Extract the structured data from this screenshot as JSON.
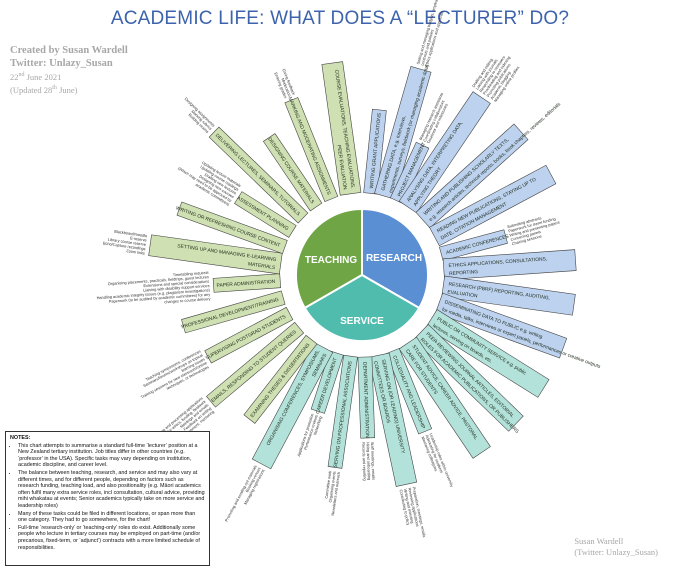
{
  "title": "ACADEMIC LIFE: WHAT DOES A “LECTURER” DO?",
  "credit": {
    "line1": "Created by Susan Wardell",
    "line2": "Twitter: Unlazy_Susan",
    "date_day": "22",
    "date_sup": "nd",
    "date_rest": " June 2021",
    "updated_pre": "(Updated 28",
    "updated_sup": "th",
    "updated_post": " June)"
  },
  "signature": {
    "line1": "Susan Wardell",
    "line2": "(Twitter: Unlazy_Susan)"
  },
  "colors": {
    "teaching": "#6fa544",
    "teaching_box": "#cfe0b2",
    "research": "#5b8fd4",
    "research_box": "#bcd2ef",
    "service": "#4fbcae",
    "service_box": "#b3e2da",
    "outline": "#444444",
    "detail_text": "#333333"
  },
  "center": {
    "teaching": "TEACHING",
    "research": "RESEARCH",
    "service": "SERVICE"
  },
  "spokes": [
    {
      "label": "WRITING GRANT APPLICATIONS",
      "cat": "research",
      "ang": -84,
      "details": []
    },
    {
      "label": "GATHERING DATA, e.g. interviews, experiments, surveys, fieldwork (or managing academic data)",
      "cat": "research",
      "ang": -74,
      "details": [
        "Setting and managing budgets, employee",
        "contracts and policies",
        "Ethics applications and approvals"
      ]
    },
    {
      "label": "PROJECT MANAGEMENT",
      "cat": "research",
      "ang": -65,
      "details": [
        "Managing research assistants",
        "Coordinating collaborators",
        "Timelines and milestones"
      ]
    },
    {
      "label": "ANALYSING DATA, INTERPRETING DATA, APPLYING THEORY",
      "cat": "research",
      "ang": -56,
      "details": [
        "Drafting and editing",
        "Liaising with journals",
        "Responding to reviewers",
        "Proofreading and indexing",
        "Promoting publications",
        "Academic blogging",
        "Managing online profiles"
      ]
    },
    {
      "label": "WRITING AND PUBLISHING SCHOLARLY TEXTS, e.g. research articles, technical reports, books, book chapters, reviews, editorials",
      "cat": "research",
      "ang": -42,
      "details": []
    },
    {
      "label": "READING NEW PUBLICATIONS, STAYING UP TO DATE, CITATION MANAGEMENT",
      "cat": "research",
      "ang": -28,
      "details": []
    },
    {
      "label": "ACADEMIC CONFERENCES",
      "cat": "research",
      "ang": -15,
      "details": [
        "Submitting abstracts",
        "Paperwork for travel funding",
        "Writing and presenting papers",
        "Convening panels",
        "Chairing sessions"
      ]
    },
    {
      "label": "ETHICS APPLICATIONS, CONSULTATIONS, REPORTING",
      "cat": "research",
      "ang": -4,
      "details": []
    },
    {
      "label": "RESEARCH (PBRF) REPORTING, AUDITING, EVALUATION",
      "cat": "research",
      "ang": 8,
      "details": []
    },
    {
      "label": "DISSEMINATING DATA TO PUBLIC e.g. writing for media, talks, interviews or expert panels, performances or creative outputs",
      "cat": "research",
      "ang": 20,
      "details": []
    },
    {
      "label": "PUBLIC OR COMMUNITY SERVICE e.g. public lectures, serving on boards, etc.",
      "cat": "service",
      "ang": 32,
      "details": []
    },
    {
      "label": "PEER-REVIEWING JOURNAL ARTICLES, EDITORIAL ROLES FOR ACADEMIC PUBLICATIONS, OR PUBLISHERS",
      "cat": "service",
      "ang": 44,
      "details": []
    },
    {
      "label": "STUDENT ADVICE, CAREER ADVICE, PASTORAL CARE FOR STUDENTS",
      "cat": "service",
      "ang": 56,
      "details": []
    },
    {
      "label": "COLLEGIALITY AND LEADERSHIP",
      "cat": "service",
      "ang": 68,
      "details": [
        "Leadership roles within university",
        "Advocating for students",
        "Mentoring colleagues"
      ]
    },
    {
      "label": "SERVING ON (OR LEADING) UNIVERSITY COMMITTEES OR BOARDS",
      "cat": "service",
      "ang": 78,
      "details": [
        "Preparation, meetings, emails",
        "Reviewing applications",
        "Writing and minuting",
        "Contributing to policy"
      ]
    },
    {
      "label": "DEPARTMENT ADMINISTRATION",
      "cat": "service",
      "ang": 88,
      "details": [
        "Staff meetings, emails",
        "Hiring and onboarding",
        "Records and reporting"
      ]
    },
    {
      "label": "SERVING ON PROFESSIONAL ASSOCIATIONS",
      "cat": "service",
      "ang": 98,
      "details": [
        "Committee work",
        "Organising events",
        "Newsletters and outreach"
      ]
    },
    {
      "label": "CAREER DEVELOPMENT",
      "cat": "service",
      "ang": 108,
      "details": [
        "Applications for promotion",
        "Performance reviews",
        "Networking"
      ]
    },
    {
      "label": "ORGANISING CONFERENCES, SYMPOSIUMS, SEMINARS",
      "cat": "service",
      "ang": 118,
      "details": [
        "Promoting and sending out materials",
        "Booking venues",
        "Managing registrations"
      ]
    },
    {
      "label": "EXAMINING THESES & DISSERTATIONS",
      "cat": "teaching",
      "ang": 128,
      "details": []
    },
    {
      "label": "EMAILS, RESPONDING TO STUDENT QUERIES",
      "cat": "teaching",
      "ang": 140,
      "details": [
        "Answering and processing applications",
        "Supporting paperwork for ethics, funding, fieldwork",
        "Meetings and emails",
        "Feedback on writing",
        "Career advice, professional development, mentoring"
      ]
    },
    {
      "label": "SUPERVISING POSTGRAD STUDENTS",
      "cat": "teaching",
      "ang": 152,
      "details": [
        "Teaching symposiums, conferences",
        "Seminars/forums/workshops on topical",
        "learning issues",
        "Training sessions for new classroom/online",
        "techniques, or technologies"
      ]
    },
    {
      "label": "PROFESSIONAL DEVELOPMENT/TRAINING",
      "cat": "teaching",
      "ang": 164,
      "details": []
    },
    {
      "label": "PAPER ADMINISTRATION",
      "cat": "teaching",
      "ang": 176,
      "details": [
        "Timetabling requests",
        "Organising placements, practicals, fieldtrips, guest lectures",
        "Extensions and special considerations",
        "Liaising with disability support services",
        "Handling academic integrity issues (e.g. plagiarism investigations)",
        "Paperwork (to be audited by academic committees) for any",
        "changes to course delivery"
      ]
    },
    {
      "label": "SETTING UP AND MANAGING E-LEARNING MATERIALS",
      "cat": "teaching",
      "ang": 188,
      "details": [
        "Blackboard/moodle",
        "E-reserve",
        "Library course reserve",
        "Echo/Capture recordings",
        "Zoom links"
      ]
    },
    {
      "label": "WRITING OR REFRESHING COURSE CONTENT",
      "cat": "teaching",
      "ang": 200,
      "details": []
    },
    {
      "label": "ASSESSMENT PLANNING",
      "cat": "teaching",
      "ang": 212,
      "details": [
        "Updating lecture materials",
        "Updating course readings",
        "Drafting new lectures",
        "Designing new courses",
        "(Which may need to be approved by",
        "academic committees)"
      ]
    },
    {
      "label": "DELIVERING LECTURES, SEMINARS, TUTORIALS",
      "cat": "teaching",
      "ang": 224,
      "details": [
        "Designing assignments",
        "Marking rubrics",
        "Building exams"
      ]
    },
    {
      "label": "DESIGNING COURSE MATERIALS",
      "cat": "teaching",
      "ang": 236,
      "details": []
    },
    {
      "label": "MARKING AND MODERATING ASSIGNMENTS",
      "cat": "teaching",
      "ang": 248,
      "details": [
        "Giving feedback",
        "Moderation",
        "Entering grades"
      ]
    },
    {
      "label": "COURSE EVALUATIONS, TEACHING EVALUATIONS, PEER EVALUATION",
      "cat": "teaching",
      "ang": 262,
      "details": []
    }
  ],
  "notes": {
    "heading": "NOTES:",
    "items": [
      "This chart attempts to summarise a standard full-time ‘lecturer’ position at a New Zealand tertiary institution. Job titles differ in other countries (e.g. ‘professor’ in the USA). Specific tasks may vary depending on institution, academic discipline, and career level.",
      "The balance between teaching, research, and service and may also vary at different times, and for different people, depending on factors such as research funding, teaching load, and also positionality (e.g. Māori academics often fulfil many extra service roles, incl consultation, cultural advice, providing mihi whakatau at events; Senior academics typically take on more service and leadership roles)",
      "Many of these tasks could be filed in different locations, or span more than one category. They had to go somewhere, for the chart!",
      "Full-time ‘research-only’ or ‘teaching-only’ roles do exist. Additionally some people who lecture in tertiary courses may be employed on part-time (and/or precarious, fixed-term, or ‘adjunct’) contracts with a more limited schedule of responsibilities."
    ]
  }
}
